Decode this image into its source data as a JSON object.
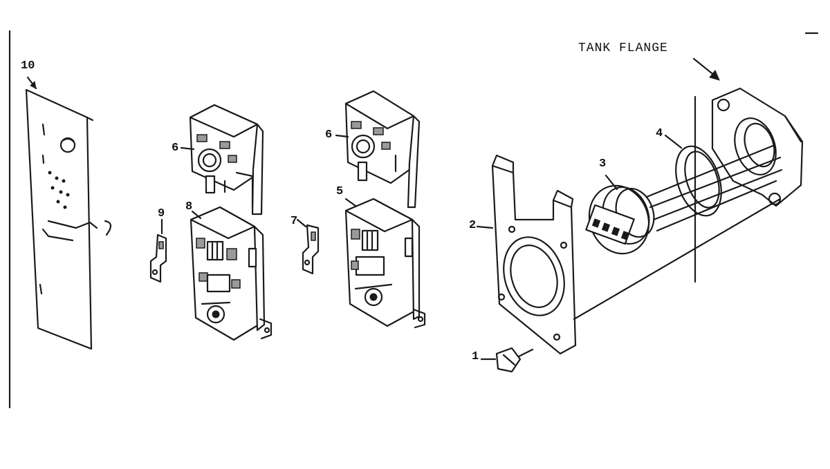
{
  "diagram": {
    "label_tank_flange": "TANK FLANGE",
    "callouts": [
      {
        "id": "c1",
        "text": "1"
      },
      {
        "id": "c2",
        "text": "2"
      },
      {
        "id": "c3",
        "text": "3"
      },
      {
        "id": "c4",
        "text": "4"
      },
      {
        "id": "c5",
        "text": "5"
      },
      {
        "id": "c6a",
        "text": "6"
      },
      {
        "id": "c6b",
        "text": "6"
      },
      {
        "id": "c7",
        "text": "7"
      },
      {
        "id": "c8",
        "text": "8"
      },
      {
        "id": "c9",
        "text": "9"
      },
      {
        "id": "c10",
        "text": "10"
      }
    ]
  }
}
